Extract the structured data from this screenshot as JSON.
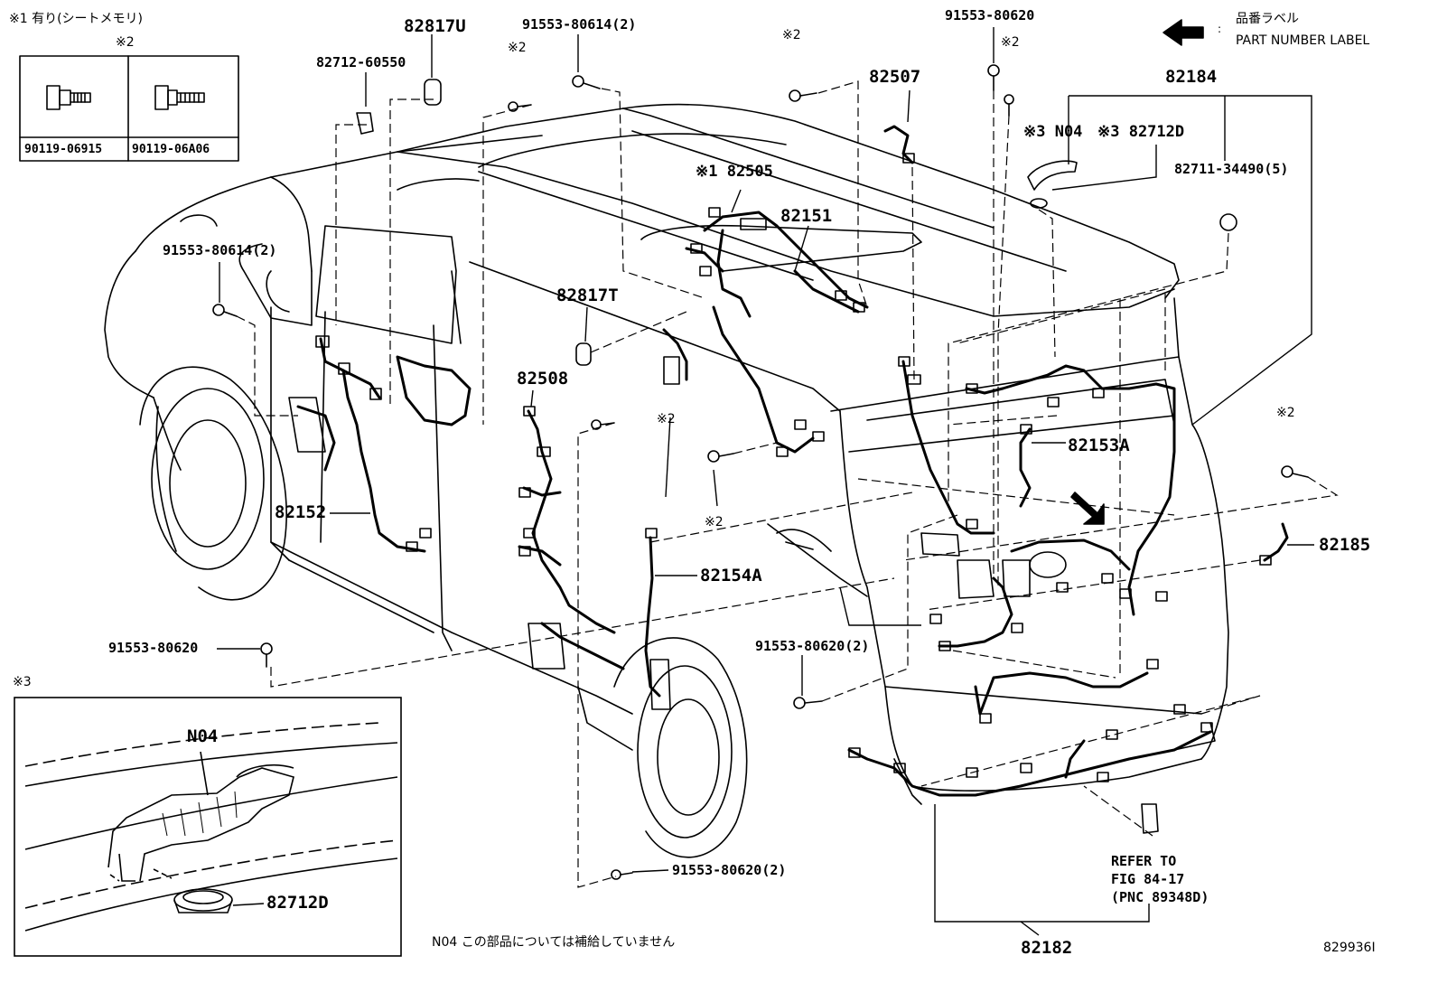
{
  "legend": {
    "note1": "※1 有り(シートメモリ)",
    "note2": "※2",
    "note3": "※3",
    "part_a": "90119-06915",
    "part_b": "90119-06A06"
  },
  "header": {
    "label_jp": "品番ラベル",
    "label_en": "PART NUMBER LABEL"
  },
  "parts": {
    "p82817U": "82817U",
    "p82712_60550": "82712-60550",
    "p91553_80614_2_top": "91553-80614(2)",
    "p91553_80620_top": "91553-80620",
    "p82507": "82507",
    "p82184": "82184",
    "p_n04_top": "※3 N04",
    "p82712D_top": "※3 82712D",
    "p82711_34490": "82711-34490(5)",
    "p82505": "※1 82505",
    "p82151": "82151",
    "p91553_80614_2_left": "91553-80614(2)",
    "p82817T": "82817T",
    "p82508": "82508",
    "p82153A": "82153A",
    "p82152": "82152",
    "p82154A": "82154A",
    "p82185": "82185",
    "p91553_80620_left": "91553-80620",
    "p91553_80620_2_mid": "91553-80620(2)",
    "p91553_80620_2_bottom": "91553-80620(2)",
    "p82182": "82182",
    "refer1": "REFER TO",
    "refer2": "FIG 84-17",
    "refer3": "(PNC 89348D)",
    "note_mark": "※2"
  },
  "inset": {
    "n04": "N04",
    "p82712D": "82712D"
  },
  "footer": {
    "note": "N04 この部品については補給していません",
    "fig_id": "829936I"
  }
}
